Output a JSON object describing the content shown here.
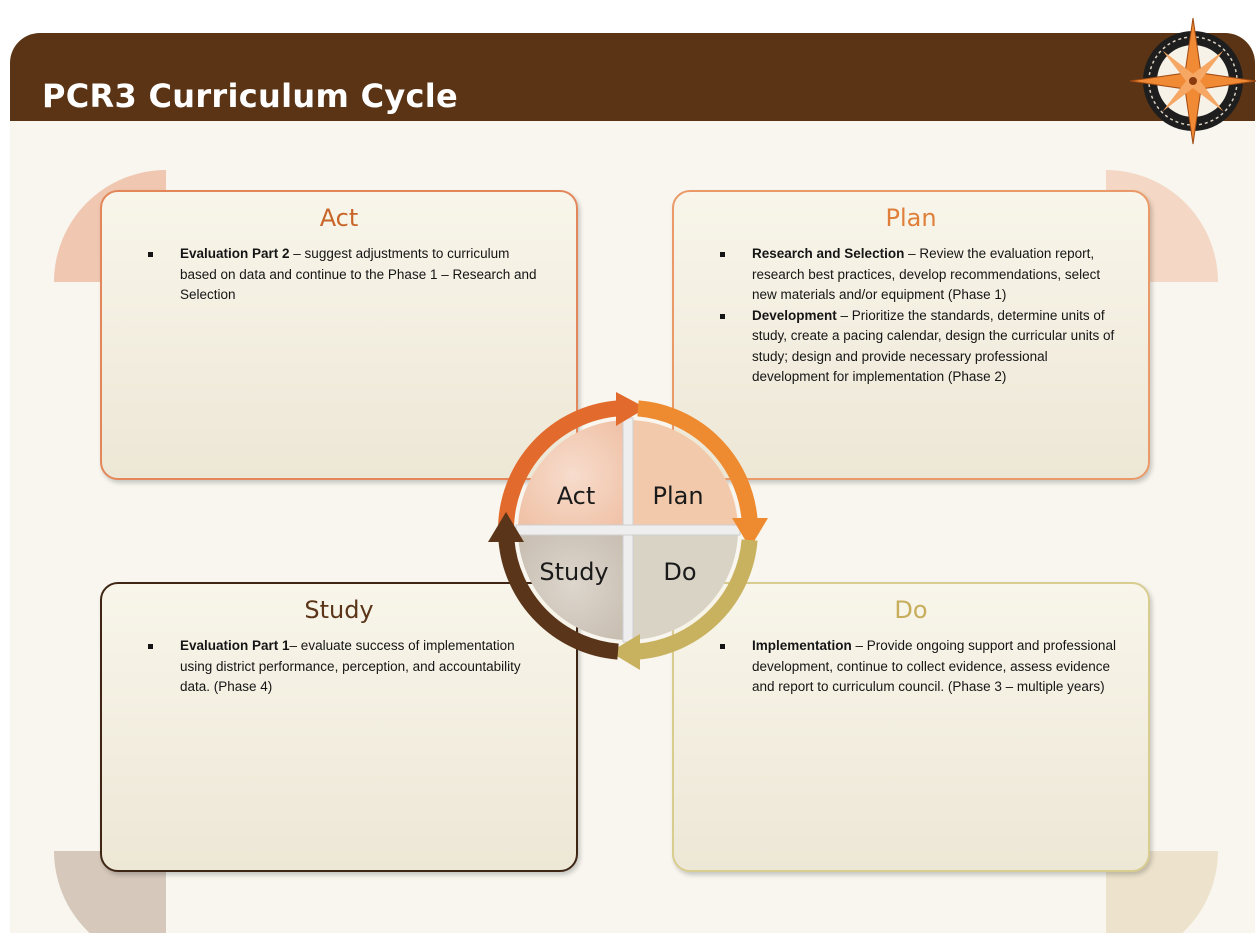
{
  "title": "PCR3 Curriculum Cycle",
  "cards": {
    "act": {
      "title": "Act",
      "items": [
        {
          "head": "Evaluation Part 2",
          "body": " – suggest adjustments to curriculum based on data and continue to the Phase 1 – Research and Selection"
        }
      ]
    },
    "plan": {
      "title": "Plan",
      "items": [
        {
          "head": "Research and Selection",
          "body": " – Review the evaluation report, research best practices, develop recommendations, select new materials and/or equipment (Phase 1)"
        },
        {
          "head": "Development",
          "body": " – Prioritize the standards, determine units of study, create a pacing calendar, design the curricular units of study; design and provide necessary professional development for implementation (Phase 2)"
        }
      ]
    },
    "study": {
      "title": "Study",
      "items": [
        {
          "head": "Evaluation Part 1",
          "body": "– evaluate success of implementation using district performance, perception, and accountability data. (Phase 4)"
        }
      ]
    },
    "do": {
      "title": "Do",
      "items": [
        {
          "head": "Implementation",
          "body": " – Provide ongoing support and professional development, continue to collect evidence, assess evidence and report to curriculum council. (Phase 3 – multiple years)"
        }
      ]
    }
  },
  "cycle": {
    "act": "Act",
    "plan": "Plan",
    "study": "Study",
    "do": "Do"
  },
  "colors": {
    "header": "#5a3414",
    "act": "#e26a2c",
    "plan": "#ee8a2f",
    "do": "#c9b25f",
    "study": "#5b3519"
  }
}
